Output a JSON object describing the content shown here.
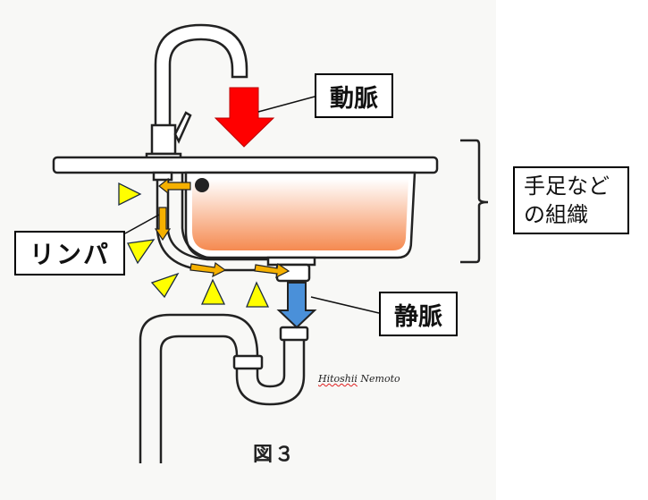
{
  "figure": {
    "caption": "図３",
    "signature": {
      "first": "Hitoshii",
      "last": "Nemoto"
    }
  },
  "labels": {
    "artery": "動脈",
    "lymph": "リンパ",
    "vein": "静脈",
    "tissue_line1": "手足など",
    "tissue_line2": "の組織"
  },
  "colors": {
    "artery_arrow": "#ff0000",
    "vein_arrow": "#4a90d9",
    "lymph_arrow": "#f5b000",
    "edema_triangle": "#ffff00",
    "basin_top": "#ffffff",
    "basin_bottom": "#f58a50",
    "outline": "#222222"
  }
}
